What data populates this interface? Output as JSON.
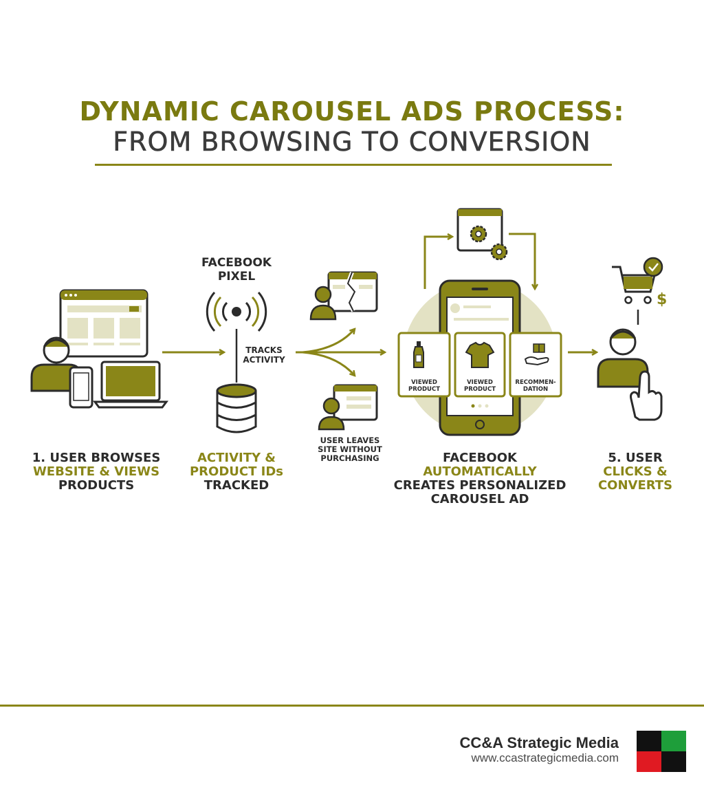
{
  "title": {
    "line1": "DYNAMIC CAROUSEL ADS PROCESS:",
    "line2": "FROM BROWSING TO CONVERSION"
  },
  "steps": {
    "step1": {
      "line1": "1. USER BROWSES",
      "line2": "WEBSITE & VIEWS",
      "line3": "PRODUCTS"
    },
    "step2": {
      "line1": "ACTIVITY &",
      "line2": "PRODUCT IDs",
      "line3": "TRACKED"
    },
    "step4": {
      "line1": "FACEBOOK",
      "line2": "AUTOMATICALLY",
      "line3": "CREATES PERSONALIZED",
      "line4": "CAROUSEL AD"
    },
    "step5": {
      "line1": "5. USER",
      "line2": "CLICKS &",
      "line3": "CONVERTS"
    }
  },
  "pixel": {
    "line1": "FACEBOOK",
    "line2": "PIXEL"
  },
  "tracks": {
    "line1": "TRACKS",
    "line2": "ACTIVITY"
  },
  "leaves": {
    "line1": "USER LEAVES",
    "line2": "SITE WITHOUT",
    "line3": "PURCHASING"
  },
  "cards": [
    {
      "line1": "VIEWED",
      "line2": "PRODUCT",
      "icon": "bottle-icon"
    },
    {
      "line1": "VIEWED",
      "line2": "PRODUCT",
      "icon": "tshirt-icon"
    },
    {
      "line1": "RECOMMEN-",
      "line2": "DATION",
      "icon": "gift-hand-icon"
    }
  ],
  "footer": {
    "brand": "CC&A Strategic Media",
    "url": "www.ccastrategicmedia.com"
  },
  "colors": {
    "olive": "#8a8618",
    "dark": "#2b2b2b",
    "light_olive": "#e3e2c4",
    "logo": [
      "#111111",
      "#1e9e3a",
      "#e01a22",
      "#111111"
    ]
  }
}
